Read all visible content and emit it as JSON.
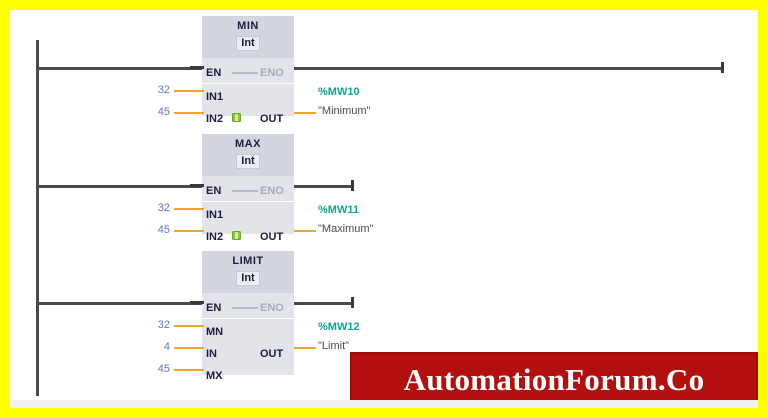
{
  "app": {
    "title": "PLC Ladder Logic - Math Comparator Instructions",
    "canvas_bg": "#ffffff",
    "frame_color": "#ffff00",
    "rail_color": "#4a4a4a",
    "operand_color": "#5b79c8",
    "address_color": "#12a394",
    "wire_color": "#f0a62c"
  },
  "networks": [
    {
      "id": "network-1",
      "block": {
        "name": "MIN",
        "data_type": "Int",
        "enable_label": "EN",
        "enable_out_label": "ENO",
        "inputs": [
          {
            "pin": "IN1",
            "value": "32"
          },
          {
            "pin": "IN2",
            "value": "45"
          }
        ],
        "output": {
          "pin": "OUT",
          "address": "%MW10",
          "symbol": "\"Minimum\""
        },
        "expand_icon": "add-parameter-icon"
      }
    },
    {
      "id": "network-2",
      "block": {
        "name": "MAX",
        "data_type": "Int",
        "enable_label": "EN",
        "enable_out_label": "ENO",
        "inputs": [
          {
            "pin": "IN1",
            "value": "32"
          },
          {
            "pin": "IN2",
            "value": "45"
          }
        ],
        "output": {
          "pin": "OUT",
          "address": "%MW11",
          "symbol": "\"Maximum\""
        },
        "expand_icon": "add-parameter-icon"
      }
    },
    {
      "id": "network-3",
      "block": {
        "name": "LIMIT",
        "data_type": "Int",
        "enable_label": "EN",
        "enable_out_label": "ENO",
        "inputs": [
          {
            "pin": "MN",
            "value": "32"
          },
          {
            "pin": "IN",
            "value": "4"
          },
          {
            "pin": "MX",
            "value": "45"
          }
        ],
        "output": {
          "pin": "OUT",
          "address": "%MW12",
          "symbol": "\"Limit\""
        },
        "expand_icon": null
      }
    }
  ],
  "watermark": {
    "text": "AutomationForum.Co",
    "background": "#b30f0f",
    "text_color": "#ffffff"
  }
}
